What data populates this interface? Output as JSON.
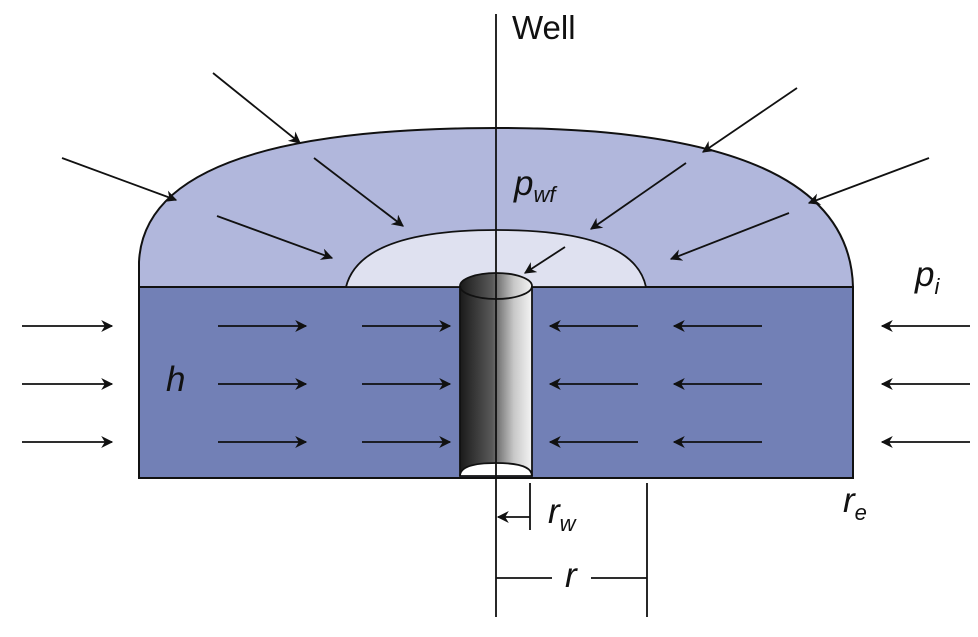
{
  "labels": {
    "well": "Well",
    "bottomhole_pressure": "p",
    "bottomhole_pressure_sub": "wf",
    "initial_pressure": "p",
    "initial_pressure_sub": "i",
    "thickness": "h",
    "wellbore_radius": "r",
    "wellbore_radius_sub": "w",
    "drainage_radius": "r",
    "drainage_radius_sub": "e",
    "radius": "r"
  },
  "colors": {
    "reservoir_side": "#7280b6",
    "reservoir_top": "#b1b7dc",
    "inner_cone": "#dfe1f0",
    "outline": "#111111"
  },
  "icons": {
    "flow_arrows": "arrow-icon",
    "wellbore": "cylinder-icon"
  }
}
